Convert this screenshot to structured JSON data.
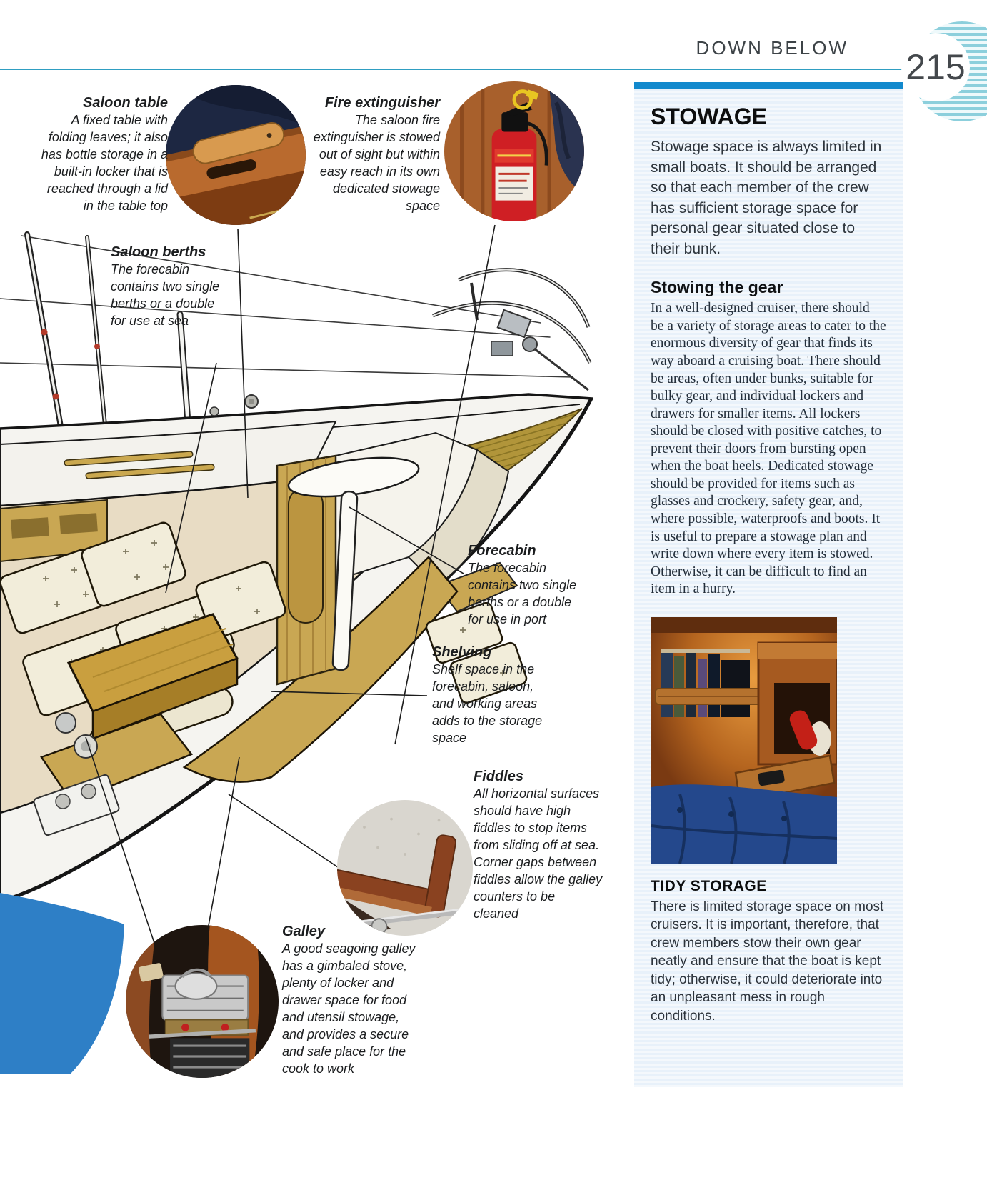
{
  "header": {
    "section_title": "DOWN BELOW",
    "page_number": "215"
  },
  "colors": {
    "rule_teal": "#2f9ec2",
    "sidebar_bar_blue": "#1289cd",
    "sidebar_bg": "#e8f1fa",
    "stripe_teal": "#8ccfdc",
    "hull_blue": "#2e7fc6",
    "wood_tan": "#c9a753"
  },
  "callouts": [
    {
      "id": "saloon-table",
      "title": "Saloon table",
      "body": "A fixed table with folding leaves; it also has bottle storage in a built-in locker that is reached through a lid in the table top"
    },
    {
      "id": "fire-extinguisher",
      "title": "Fire extinguisher",
      "body": "The saloon fire extinguisher is stowed out of sight but within easy reach in its own dedicated stowage space"
    },
    {
      "id": "saloon-berths",
      "title": "Saloon berths",
      "body": "The forecabin contains two single berths or a double for use at sea"
    },
    {
      "id": "forecabin",
      "title": "Forecabin",
      "body": "The forecabin contains two single berths or a double for use in port"
    },
    {
      "id": "shelving",
      "title": "Shelving",
      "body": "Shelf space in the forecabin, saloon, and working areas adds to the storage space"
    },
    {
      "id": "fiddles",
      "title": "Fiddles",
      "body": "All horizontal surfaces should have high fiddles to stop items from sliding off at sea. Corner gaps between fiddles allow the galley counters to be cleaned"
    },
    {
      "id": "galley",
      "title": "Galley",
      "body": "A good seagoing galley has a gimbaled stove, plenty of locker and drawer space for food and utensil stowage, and provides a secure and safe place for the cook to work"
    }
  ],
  "sidebar": {
    "heading": "STOWAGE",
    "intro": "Stowage space is always limited in small boats. It should be arranged so that each member of the crew has sufficient storage space for personal gear situated close to their bunk.",
    "sub_heading": "Stowing the gear",
    "sub_body": "In a well-designed cruiser, there should be a variety of storage areas to cater to the enormous diversity of gear that finds its way aboard a cruising boat. There should be areas, often under bunks, suitable for bulky gear, and individual lockers and drawers for smaller items. All lockers should be closed with positive catches, to prevent their doors from bursting open when the boat heels. Dedicated stowage should be provided for items such as glasses and crockery, safety gear, and, where possible, waterproofs and boots. It is useful to prepare a stowage plan and write down where every item is stowed. Otherwise, it can be difficult to find an item in a hurry.",
    "tidy_heading": "TIDY STORAGE",
    "tidy_body": "There is limited storage space on most cruisers. It is important, therefore, that crew members stow their own gear neatly and ensure that the boat is kept tidy; otherwise, it could deteriorate into an unpleasant mess in rough conditions."
  }
}
